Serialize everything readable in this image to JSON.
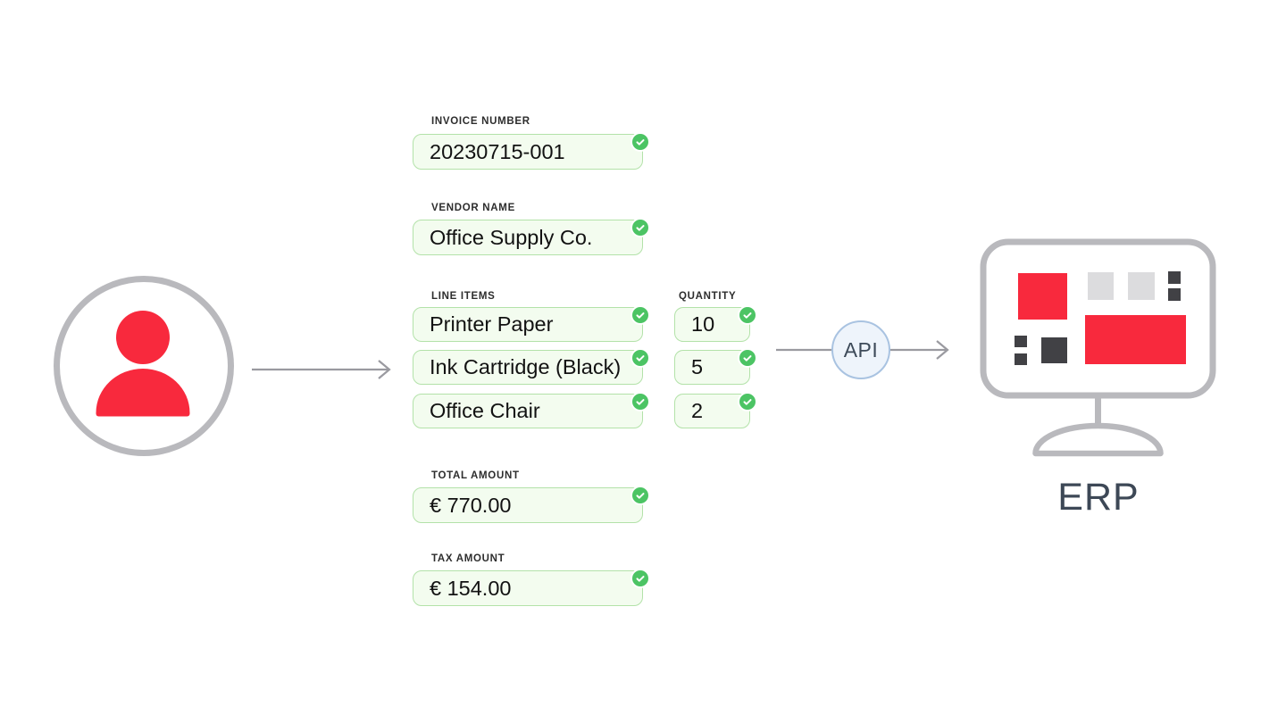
{
  "title": "Invoice data extraction to ERP flow",
  "colors": {
    "accent_red": "#F8293D",
    "badge_green": "#4CC464",
    "field_fill": "#F3FCEF",
    "field_border": "#B3E2A9",
    "api_border": "#A9C3E1",
    "api_fill": "#EEF4FB",
    "outline_gray": "#B9B9BD",
    "arrow_gray": "#9A9AA0",
    "dark_tile": "#414145",
    "light_tile": "#DCDCDE",
    "erp_text": "#3D4856"
  },
  "source": {
    "icon": "person-icon"
  },
  "fields": {
    "invoice_number": {
      "label": "INVOICE NUMBER",
      "value": "20230715-001",
      "status": "verified"
    },
    "vendor_name": {
      "label": "VENDOR NAME",
      "value": "Office Supply Co.",
      "status": "verified"
    },
    "line_items": {
      "label": "LINE ITEMS",
      "items": [
        {
          "name": "Printer Paper",
          "quantity": "10",
          "status": "verified"
        },
        {
          "name": "Ink Cartridge (Black)",
          "quantity": "5",
          "status": "verified"
        },
        {
          "name": "Office Chair",
          "quantity": "2",
          "status": "verified"
        }
      ]
    },
    "quantity": {
      "label": "QUANTITY"
    },
    "total_amount": {
      "label": "TOTAL AMOUNT",
      "value": "€ 770.00",
      "status": "verified"
    },
    "tax_amount": {
      "label": "TAX AMOUNT",
      "value": "€ 154.00",
      "status": "verified"
    }
  },
  "api": {
    "label": "API"
  },
  "erp": {
    "label": "ERP",
    "icon": "monitor-icon"
  },
  "badge_icon": "check-circle-icon"
}
